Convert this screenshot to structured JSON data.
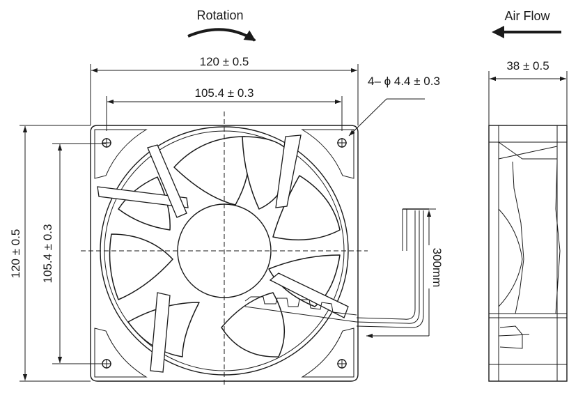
{
  "labels": {
    "rotation": "Rotation",
    "air_flow": "Air Flow",
    "width_outer": "120 ± 0.5",
    "width_hole": "105.4 ± 0.3",
    "height_outer": "120 ± 0.5",
    "height_hole": "105.4 ± 0.3",
    "mount_holes": "4– ϕ 4.4 ± 0.3",
    "depth": "38 ± 0.5",
    "cable_length": "300mm"
  }
}
